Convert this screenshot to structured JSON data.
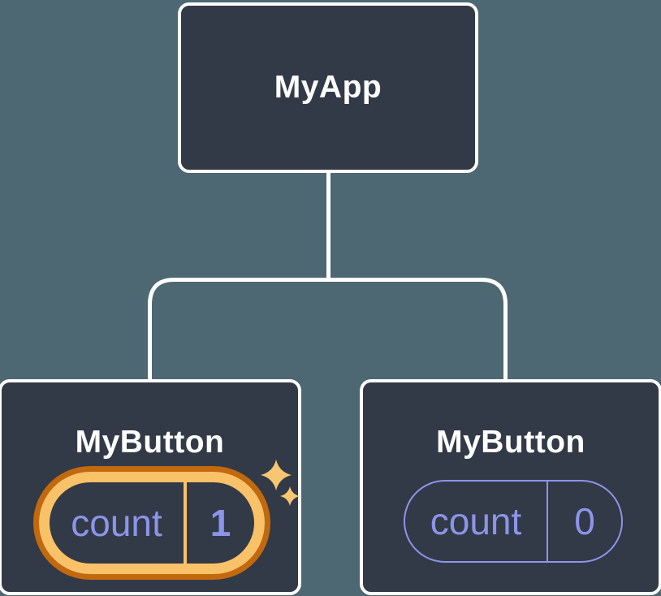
{
  "diagram": {
    "type": "component-tree",
    "colors": {
      "background": "#4d6872",
      "node_fill": "#333a47",
      "node_border": "#ffffff",
      "state_purple": "#8b95ea",
      "highlight_gold": "#f9c168",
      "highlight_orange": "#c2690e",
      "sparkle_gold": "#f8c571",
      "title_text": "#ffffff"
    },
    "root": {
      "label": "MyApp"
    },
    "children": [
      {
        "label": "MyButton",
        "highlighted": true,
        "state": {
          "key": "count",
          "value": "1"
        }
      },
      {
        "label": "MyButton",
        "highlighted": false,
        "state": {
          "key": "count",
          "value": "0"
        }
      }
    ]
  }
}
